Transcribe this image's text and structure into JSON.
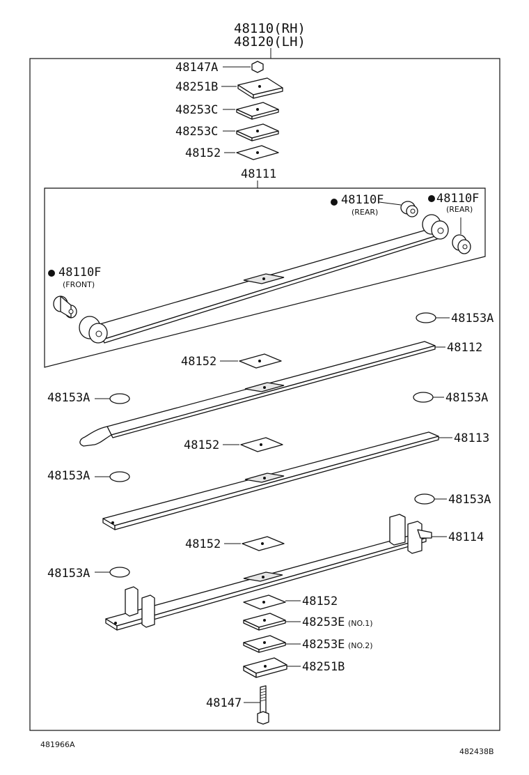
{
  "title": {
    "line1": "48110(RH)",
    "line2": "48120(LH)"
  },
  "labels": {
    "nut": "48147A",
    "upper_plate": "48251B",
    "upper_spacer_1": "48253C",
    "upper_spacer_2": "48253C",
    "upper_pad": "48152",
    "main_leaf": "48111",
    "bush_rear_1": "48110F",
    "bush_rear_1_sub": "(REAR)",
    "bush_rear_2": "48110F",
    "bush_rear_2_sub": "(REAR)",
    "bush_front": "48110F",
    "bush_front_sub": "(FRONT)",
    "pad_right_1": "48153A",
    "leaf_2": "48112",
    "pad_center_2": "48152",
    "pad_left_1": "48153A",
    "pad_right_2": "48153A",
    "pad_center_3": "48152",
    "leaf_3": "48113",
    "pad_left_2": "48153A",
    "pad_right_3": "48153A",
    "pad_center_4": "48152",
    "leaf_4": "48114",
    "pad_left_3": "48153A",
    "lower_pad": "48152",
    "lower_spacer_1": "48253E",
    "lower_spacer_1_sub": "(NO.1)",
    "lower_spacer_2": "48253E",
    "lower_spacer_2_sub": "(NO.2)",
    "lower_plate": "48251B",
    "center_bolt": "48147"
  },
  "footer": {
    "left_code": "481966A",
    "right_code": "482438B"
  },
  "icons": [
    "bullet-dot-icon"
  ]
}
